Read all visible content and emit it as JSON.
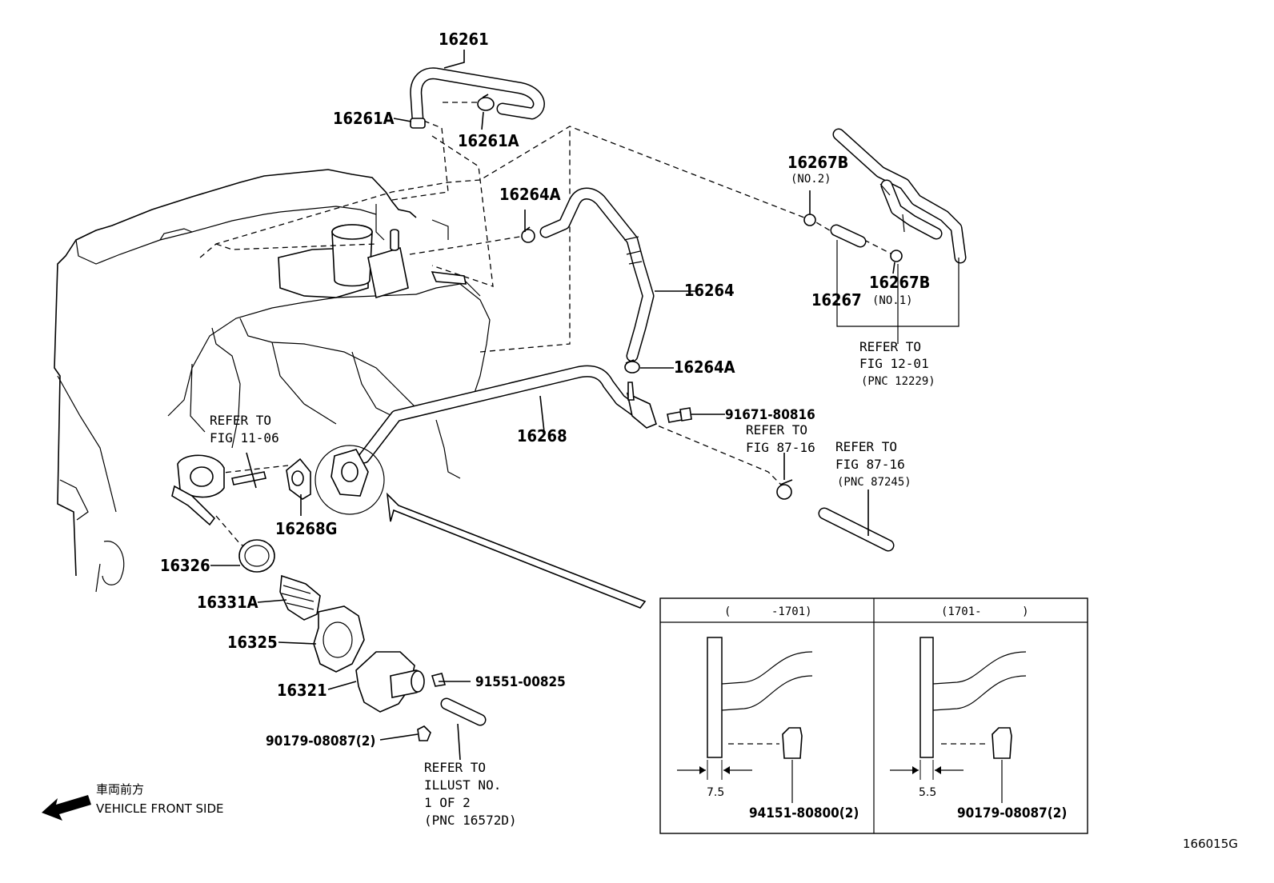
{
  "parts": {
    "p16261": "16261",
    "p16261a_left": "16261A",
    "p16261a_right": "16261A",
    "p16264a_top": "16264A",
    "p16264": "16264",
    "p16264a_bottom": "16264A",
    "p16267b_no2": "16267B",
    "p16267b_no2_sub": "(NO.2)",
    "p16267": "16267",
    "p16267b_no1": "16267B",
    "p16267b_no1_sub": "(NO.1)",
    "p16268": "16268",
    "p91671": "91671-80816",
    "p16268g": "16268G",
    "p16326": "16326",
    "p16331a": "16331A",
    "p16325": "16325",
    "p16321": "16321",
    "p91551": "91551-00825",
    "p90179": "90179-08087(2)"
  },
  "refs": {
    "fig1201": [
      "REFER TO",
      "FIG 12-01",
      "(PNC 12229)"
    ],
    "fig1106": [
      "REFER TO",
      "FIG 11-06"
    ],
    "fig8716a": [
      "REFER TO",
      "FIG 87-16"
    ],
    "fig8716b": [
      "REFER TO",
      "FIG 87-16",
      "(PNC 87245)"
    ],
    "illust": [
      "REFER TO",
      "ILLUST NO.",
      "1 OF 2",
      "(PNC 16572D)"
    ]
  },
  "front": {
    "jp": "車両前方",
    "en": "VEHICLE FRONT SIDE"
  },
  "inset": {
    "left_header": "(      -1701)",
    "right_header": "(1701-      )",
    "left_dim": "7.5",
    "right_dim": "5.5",
    "left_part": "94151-80800(2)",
    "right_part": "90179-08087(2)"
  },
  "figure_id": "166015G"
}
